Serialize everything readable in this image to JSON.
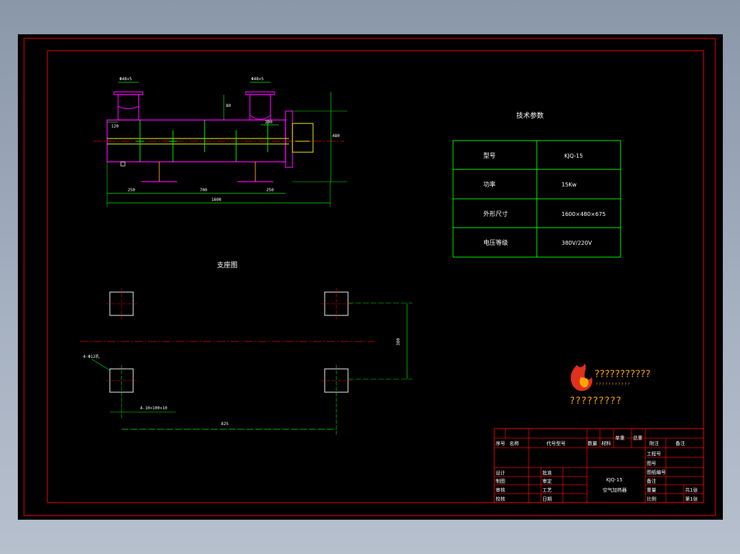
{
  "views": {
    "main_view": {
      "dims": {
        "flange_left": "Φ48×5",
        "flange_right": "Φ48×5",
        "height_80": "80",
        "left_120": "120",
        "inner_200": "200",
        "right_480": "480",
        "bottom_250_left": "250",
        "bottom_700": "700",
        "bottom_250_right": "250",
        "total_1600": "1600"
      }
    },
    "support_view": {
      "title": "支座图",
      "dims": {
        "span_vertical": "380",
        "span_horizontal": "825",
        "hole_label": "4-10×100×10",
        "hole_note": "4-Φ12孔"
      }
    }
  },
  "tech_params": {
    "title": "技术参数",
    "rows": [
      {
        "label": "型号",
        "value": "KJQ-15"
      },
      {
        "label": "功率",
        "value": "15Kw"
      },
      {
        "label": "外形尺寸",
        "value": "1600×480×675"
      },
      {
        "label": "电压等级",
        "value": "380V/220V"
      }
    ]
  },
  "logo": {
    "name_line": "???????????",
    "sub_line": "???????????",
    "company_line": "?????????"
  },
  "title_block": {
    "header": {
      "seq": "序号",
      "name": "名称",
      "model": "代号型号",
      "qty": "数量",
      "material": "材料",
      "unit_weight": "单重",
      "total_weight": "总重",
      "note_h": "附注",
      "remark": "备注"
    },
    "signers_left": [
      "设计",
      "制图",
      "审核",
      "校核"
    ],
    "signers_mid": [
      "批准",
      "审定",
      "工艺",
      "日期"
    ],
    "drawing_model": "KJQ-15",
    "drawing_name": "空气加热器",
    "right_labels": [
      "工程号",
      "图号",
      "图纸编号",
      "备注",
      "重量",
      "比例"
    ],
    "right_values": [
      "",
      "",
      "",
      "",
      "共1张",
      "第1张"
    ]
  },
  "colors": {
    "frame": "#ff0000",
    "dimension": "#00ff00",
    "heater_body": "#ff00ff",
    "element": "#ffff00",
    "centerline": "#ff0000",
    "table_border": "#00ff00",
    "logo_text": "#ffa500"
  }
}
